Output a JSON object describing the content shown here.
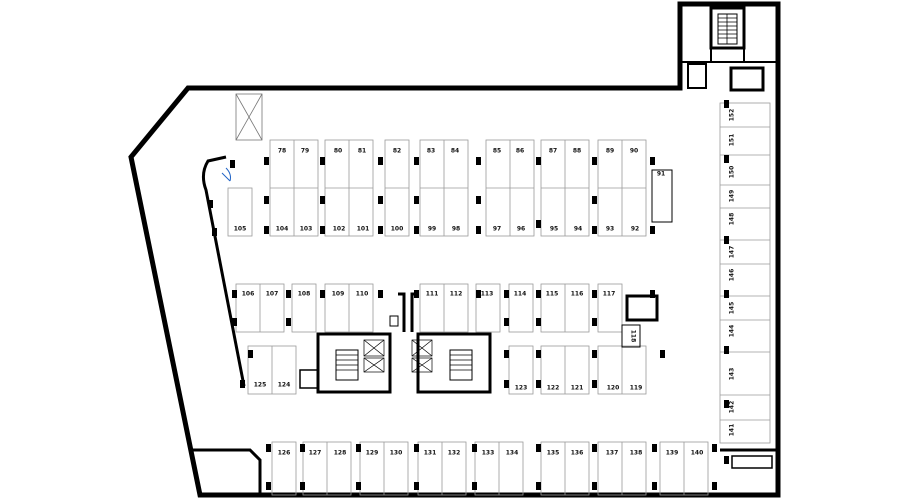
{
  "plan": {
    "colors": {
      "wall": "#000000",
      "stall_line": "#9a9a9a",
      "room_fill": "#ffffff",
      "pillar": "#000000",
      "accent": "#1f63c6"
    },
    "spots": [
      {
        "label": "78"
      },
      {
        "label": "79"
      },
      {
        "label": "80"
      },
      {
        "label": "81"
      },
      {
        "label": "82"
      },
      {
        "label": "83"
      },
      {
        "label": "84"
      },
      {
        "label": "85"
      },
      {
        "label": "86"
      },
      {
        "label": "87"
      },
      {
        "label": "88"
      },
      {
        "label": "89"
      },
      {
        "label": "90"
      },
      {
        "label": "91"
      },
      {
        "label": "105"
      },
      {
        "label": "104"
      },
      {
        "label": "103"
      },
      {
        "label": "102"
      },
      {
        "label": "101"
      },
      {
        "label": "100"
      },
      {
        "label": "99"
      },
      {
        "label": "98"
      },
      {
        "label": "97"
      },
      {
        "label": "96"
      },
      {
        "label": "95"
      },
      {
        "label": "94"
      },
      {
        "label": "93"
      },
      {
        "label": "92"
      },
      {
        "label": "106"
      },
      {
        "label": "107"
      },
      {
        "label": "108"
      },
      {
        "label": "109"
      },
      {
        "label": "110"
      },
      {
        "label": "111"
      },
      {
        "label": "112"
      },
      {
        "label": "113"
      },
      {
        "label": "114"
      },
      {
        "label": "115"
      },
      {
        "label": "116"
      },
      {
        "label": "117"
      },
      {
        "label": "118"
      },
      {
        "label": "125"
      },
      {
        "label": "124"
      },
      {
        "label": "123"
      },
      {
        "label": "122"
      },
      {
        "label": "121"
      },
      {
        "label": "120"
      },
      {
        "label": "119"
      },
      {
        "label": "126"
      },
      {
        "label": "127"
      },
      {
        "label": "128"
      },
      {
        "label": "129"
      },
      {
        "label": "130"
      },
      {
        "label": "131"
      },
      {
        "label": "132"
      },
      {
        "label": "133"
      },
      {
        "label": "134"
      },
      {
        "label": "135"
      },
      {
        "label": "136"
      },
      {
        "label": "137"
      },
      {
        "label": "138"
      },
      {
        "label": "139"
      },
      {
        "label": "140"
      },
      {
        "label": "141"
      },
      {
        "label": "142"
      },
      {
        "label": "143"
      },
      {
        "label": "144"
      },
      {
        "label": "145"
      },
      {
        "label": "146"
      },
      {
        "label": "147"
      },
      {
        "label": "148"
      },
      {
        "label": "149"
      },
      {
        "label": "150"
      },
      {
        "label": "151"
      },
      {
        "label": "152"
      }
    ]
  }
}
